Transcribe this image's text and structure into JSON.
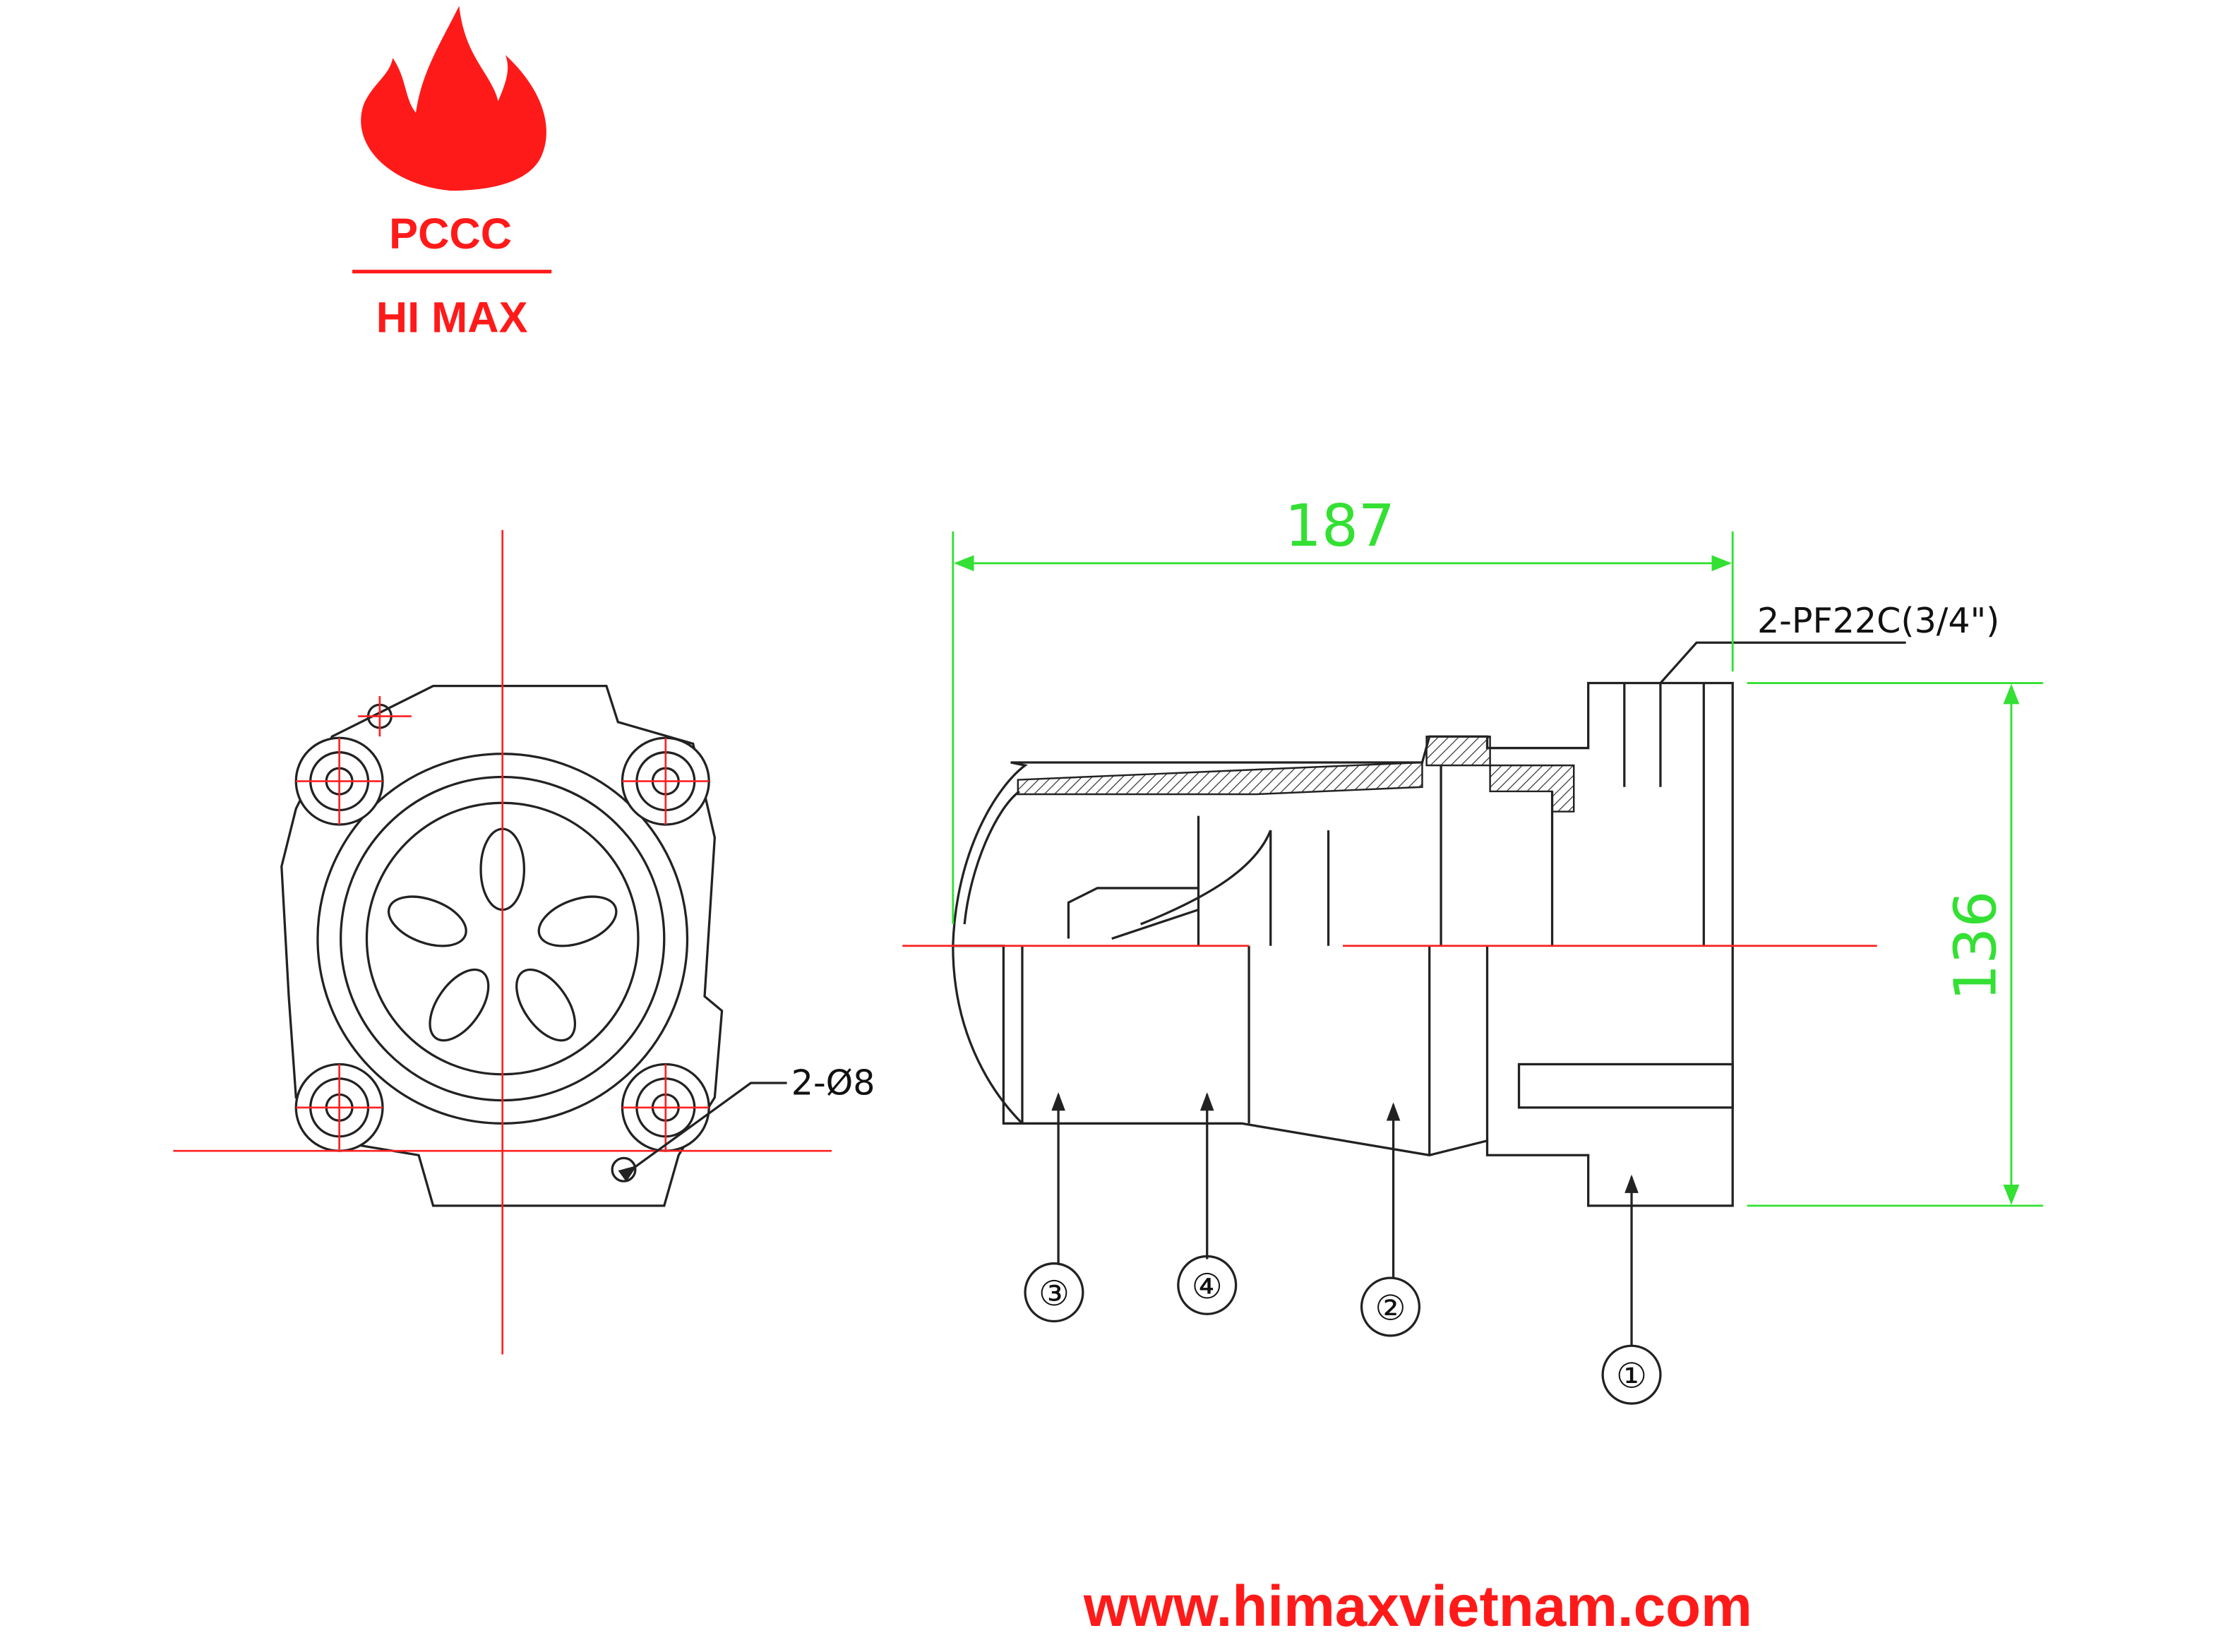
{
  "logo": {
    "line1": "PCCC",
    "line2": "HI MAX"
  },
  "dimensions": {
    "width": "187",
    "height": "136"
  },
  "annotations": {
    "thread": "2-PF22C(3/4\")",
    "holes": "2-Ø8"
  },
  "part_numbers": [
    "①",
    "②",
    "③",
    "④"
  ],
  "website": "www.himaxvietnam.com",
  "colors": {
    "brand_red": "#ff1a1a",
    "dimension_green": "#33e033",
    "centerline_red": "#ff2020"
  }
}
